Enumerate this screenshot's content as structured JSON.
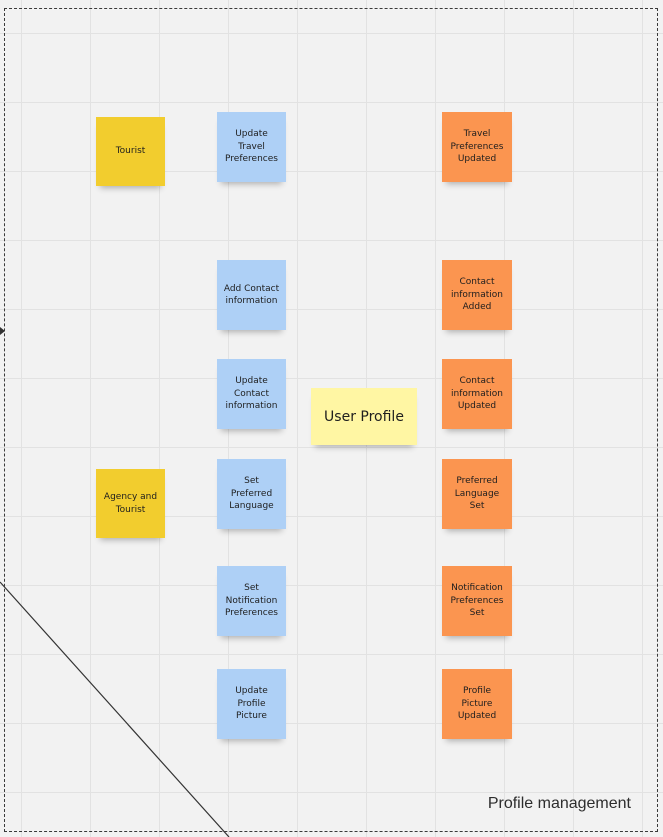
{
  "frame": {
    "title": "Profile management"
  },
  "stickies": {
    "tourist": "Tourist",
    "agency_tourist": "Agency and\nTourist",
    "user_profile": "User Profile",
    "cmd_update_travel": "Update\nTravel\nPreferences",
    "cmd_add_contact": "Add Contact\ninformation",
    "cmd_update_contact": "Update\nContact\ninformation",
    "cmd_set_language": "Set Preferred\nLanguage",
    "cmd_set_notification": "Set\nNotification\nPreferences",
    "cmd_update_picture": "Update\nProfile\nPicture",
    "evt_travel_updated": "Travel\nPreferences\nUpdated",
    "evt_contact_added": "Contact\ninformation\nAdded",
    "evt_contact_updated": "Contact\ninformation\nUpdated",
    "evt_language_set": "Preferred\nLanguage Set",
    "evt_notification_set": "Notification\nPreferences\nSet",
    "evt_picture_updated": "Profile\nPicture\nUpdated"
  },
  "colors": {
    "actor": "#f2cd2e",
    "command": "#aed0f6",
    "event": "#fb9550",
    "aggregate": "#fff6a3"
  }
}
